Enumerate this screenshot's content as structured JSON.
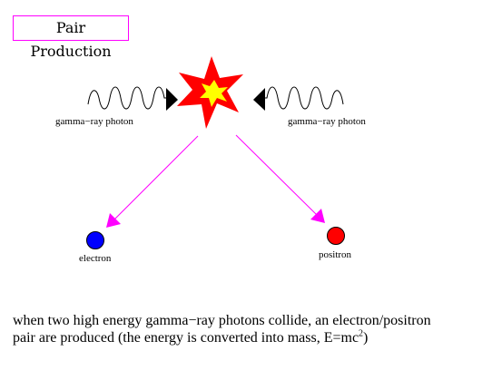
{
  "title": "Pair Production",
  "labels": {
    "photon_left": "gamma−ray photon",
    "photon_right": "gamma−ray photon",
    "electron": "electron",
    "positron": "positron"
  },
  "caption": {
    "line1": "when two high energy gamma−ray photons collide, an electron/positron",
    "line2_pre": "pair are produced (the energy is converted into mass, E=mc",
    "exponent": "2",
    "line2_post": ")"
  },
  "colors": {
    "title_border": "#ff00ff",
    "arrow": "#ff00ff",
    "burst_outer": "#ff0000",
    "burst_inner": "#ffff00",
    "electron": "#0000ff",
    "positron": "#ff0000",
    "photon": "#000000"
  },
  "icons": {
    "collision": "explosion-burst-icon",
    "electron": "blue-circle-icon",
    "positron": "red-circle-icon"
  }
}
